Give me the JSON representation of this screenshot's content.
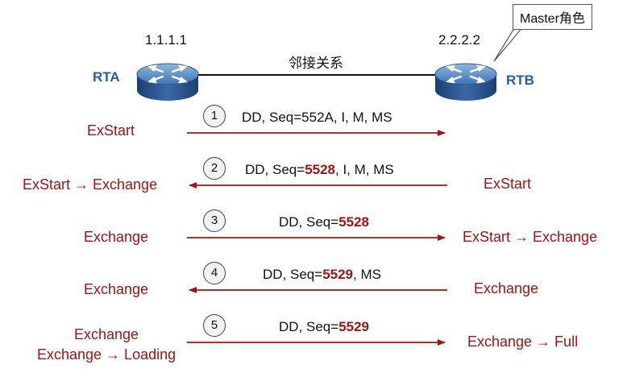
{
  "routers": {
    "left": {
      "name": "RTA",
      "ip": "1.1.1.1"
    },
    "right": {
      "name": "RTB",
      "ip": "2.2.2.2"
    }
  },
  "link_label": "邻接关系",
  "callout": "Master角色",
  "steps": [
    {
      "num": "1",
      "direction": "right",
      "msg_prefix": "DD, Seq=552A, I, M, MS",
      "seq_highlight": "",
      "msg_suffix": "",
      "left_state": "ExStart",
      "left_state_2": "",
      "right_state": ""
    },
    {
      "num": "2",
      "direction": "left",
      "msg_prefix": "DD, Seq=",
      "seq_highlight": "5528",
      "msg_suffix": ", I, M, MS",
      "left_state": "ExStart → Exchange",
      "left_state_2": "",
      "right_state": "ExStart"
    },
    {
      "num": "3",
      "direction": "right",
      "msg_prefix": "DD, Seq=",
      "seq_highlight": "5528",
      "msg_suffix": "",
      "left_state": "Exchange",
      "left_state_2": "",
      "right_state": "ExStart → Exchange"
    },
    {
      "num": "4",
      "direction": "left",
      "msg_prefix": "DD, Seq=",
      "seq_highlight": "5529",
      "msg_suffix": ", MS",
      "left_state": "Exchange",
      "left_state_2": "",
      "right_state": "Exchange"
    },
    {
      "num": "5",
      "direction": "right",
      "msg_prefix": "DD, Seq=",
      "seq_highlight": "5529",
      "msg_suffix": "",
      "left_state": "Exchange",
      "left_state_2": "Exchange → Loading",
      "right_state": "Exchange → Full"
    }
  ],
  "colors": {
    "accent": "#a01414",
    "router_label": "#1f5fa8"
  }
}
